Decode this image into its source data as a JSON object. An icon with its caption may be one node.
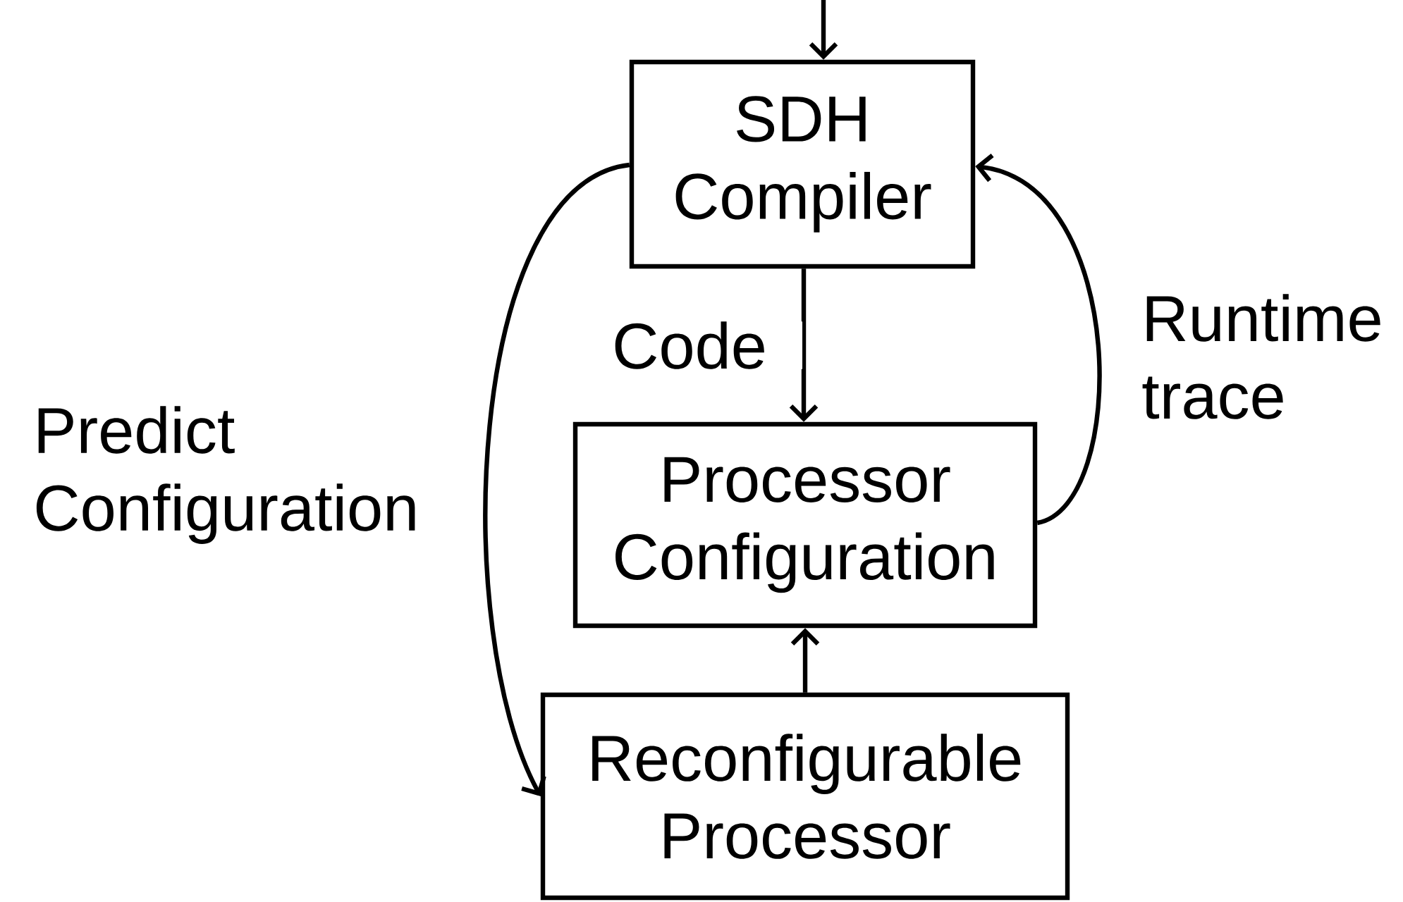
{
  "diagram": {
    "nodes": [
      {
        "text": [
          "SDH Compiler"
        ]
      },
      {
        "text": [
          "Processor Configuration"
        ]
      },
      {
        "text": [
          "Reconfigurable Processor"
        ]
      }
    ],
    "edges": [
      {
        "from": null,
        "to": 0,
        "arrow": "to"
      },
      {
        "from": 0,
        "to": 1,
        "arrow": "to",
        "label": "Code"
      },
      {
        "from": 2,
        "to": 1,
        "arrow": "to"
      },
      {
        "from": 1,
        "to": 0,
        "arrow": "to",
        "label": "Runtime trace"
      },
      {
        "from": 0,
        "to": 2,
        "arrow": "to",
        "label": "Predict Configuration"
      }
    ]
  }
}
